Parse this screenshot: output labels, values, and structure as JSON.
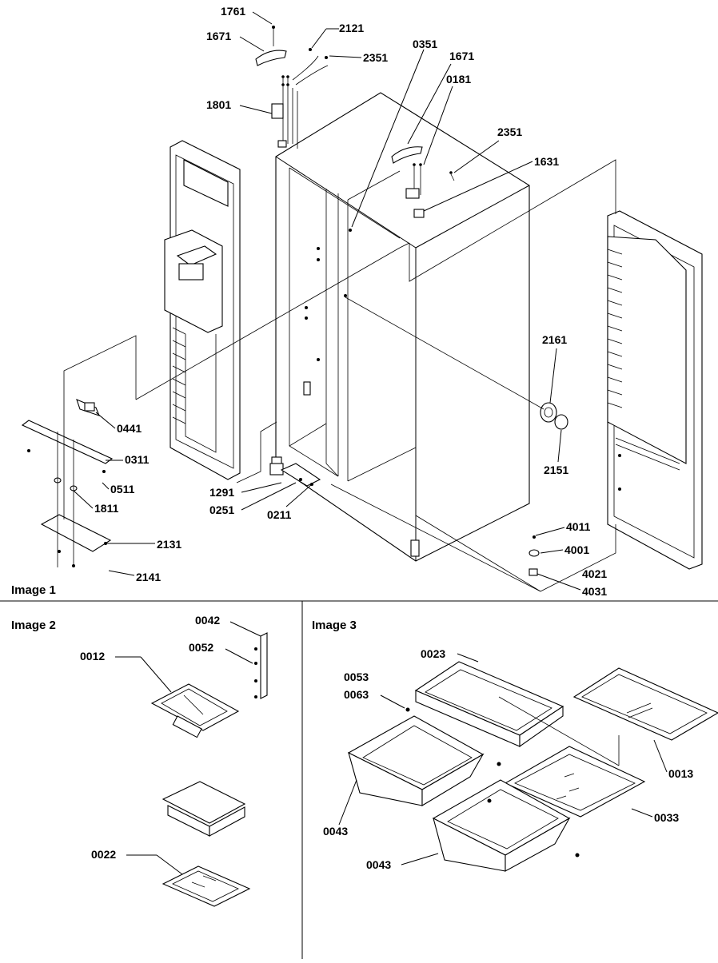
{
  "sections": {
    "image1": "Image 1",
    "image2": "Image 2",
    "image3": "Image 3"
  },
  "parts": {
    "p1761": "1761",
    "p1671a": "1671",
    "p2121": "2121",
    "p2351a": "2351",
    "p0351": "0351",
    "p1671b": "1671",
    "p0181": "0181",
    "p1801": "1801",
    "p2351b": "2351",
    "p1631": "1631",
    "p2161": "2161",
    "p0441": "0441",
    "p0311": "0311",
    "p0511": "0511",
    "p1811": "1811",
    "p1291": "1291",
    "p0251": "0251",
    "p0211": "0211",
    "p2151": "2151",
    "p2131": "2131",
    "p2141": "2141",
    "p4011": "4011",
    "p4001": "4001",
    "p4021": "4021",
    "p4031": "4031",
    "p0042": "0042",
    "p0052": "0052",
    "p0012": "0012",
    "p0022": "0022",
    "p0023": "0023",
    "p0053": "0053",
    "p0063": "0063",
    "p0013": "0013",
    "p0043a": "0043",
    "p0033": "0033",
    "p0043b": "0043"
  }
}
